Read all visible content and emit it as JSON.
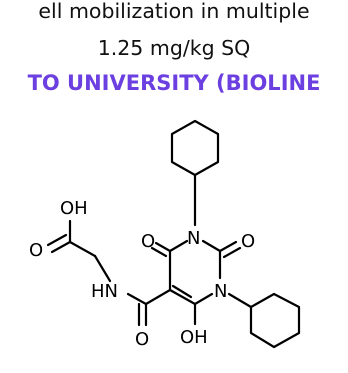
{
  "header": {
    "line1": "ell mobilization in multiple",
    "line2": "1.25 mg/kg SQ",
    "line3": "TO UNIVERSITY (BIOLINE"
  },
  "molecule": {
    "atoms": {
      "oh_top": "OH",
      "o_acid": "O",
      "o_c4": "O",
      "n_top": "N",
      "o_c2": "O",
      "hn": "HN",
      "n_mid": "N",
      "o_amide": "O",
      "oh_bottom": "OH"
    }
  },
  "colors": {
    "text": "#111111",
    "accent": "#6b3fe0",
    "bond": "#000000"
  }
}
